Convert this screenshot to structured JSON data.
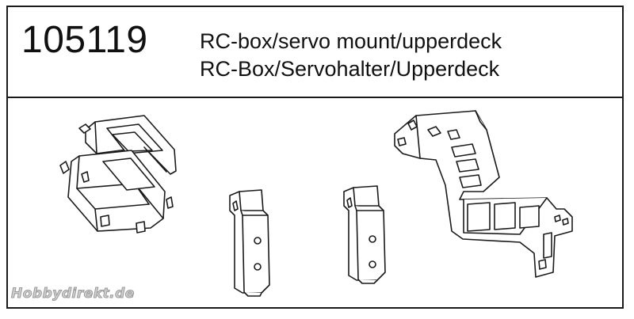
{
  "header": {
    "part_number": "105119",
    "description_en": "RC-box/servo mount/upperdeck",
    "description_de": "RC-Box/Servohalter/Upperdeck"
  },
  "parts": [
    {
      "name": "rc-box-lid",
      "icon": "rc-box-lid-drawing"
    },
    {
      "name": "rc-box",
      "icon": "rc-box-drawing"
    },
    {
      "name": "servo-mount-left",
      "icon": "servo-mount-drawing"
    },
    {
      "name": "servo-mount-right",
      "icon": "servo-mount-drawing"
    },
    {
      "name": "upperdeck",
      "icon": "upperdeck-drawing"
    }
  ],
  "watermark": "Hobbydirekt.de",
  "colors": {
    "line": "#1a1a1a",
    "background": "#ffffff",
    "watermark": "#9a9a9a"
  }
}
